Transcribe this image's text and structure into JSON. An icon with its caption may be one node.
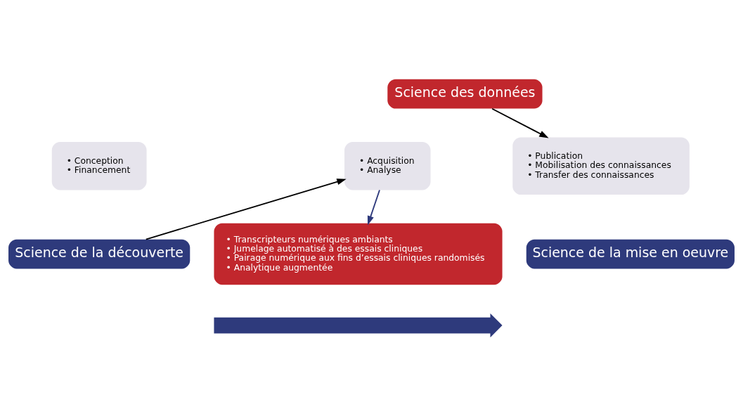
{
  "diagram": {
    "nodes": [
      {
        "text": [
          "• Conception",
          "• Financement"
        ]
      },
      {
        "text": [
          "Science de la découverte"
        ]
      },
      {
        "text": [
          "• Acquisition",
          "• Analyse"
        ]
      },
      {
        "text": [
          "Science des données"
        ]
      },
      {
        "text": [
          "• Publication",
          "• Mobilisation des connaissances",
          "• Transfer des connaissances"
        ]
      },
      {
        "text": [
          "Science de la mise en oeuvre"
        ]
      },
      {
        "text": [
          "• Transcripteurs numériques ambiants",
          "• Jumelage automatisé à des essais cliniques",
          "• Pairage numérique aux fins d’essais cliniques randomisés",
          "• Analytique augmentée"
        ]
      },
      {
        "text": [],
        "shape": "arrow"
      }
    ],
    "edges": [
      {
        "from": 1,
        "to": 2,
        "arrow": "to"
      },
      {
        "from": 3,
        "to": 4,
        "arrow": "to"
      },
      {
        "from": 2,
        "to": 6,
        "arrow": "to",
        "color": "#2e3a7c"
      }
    ]
  }
}
